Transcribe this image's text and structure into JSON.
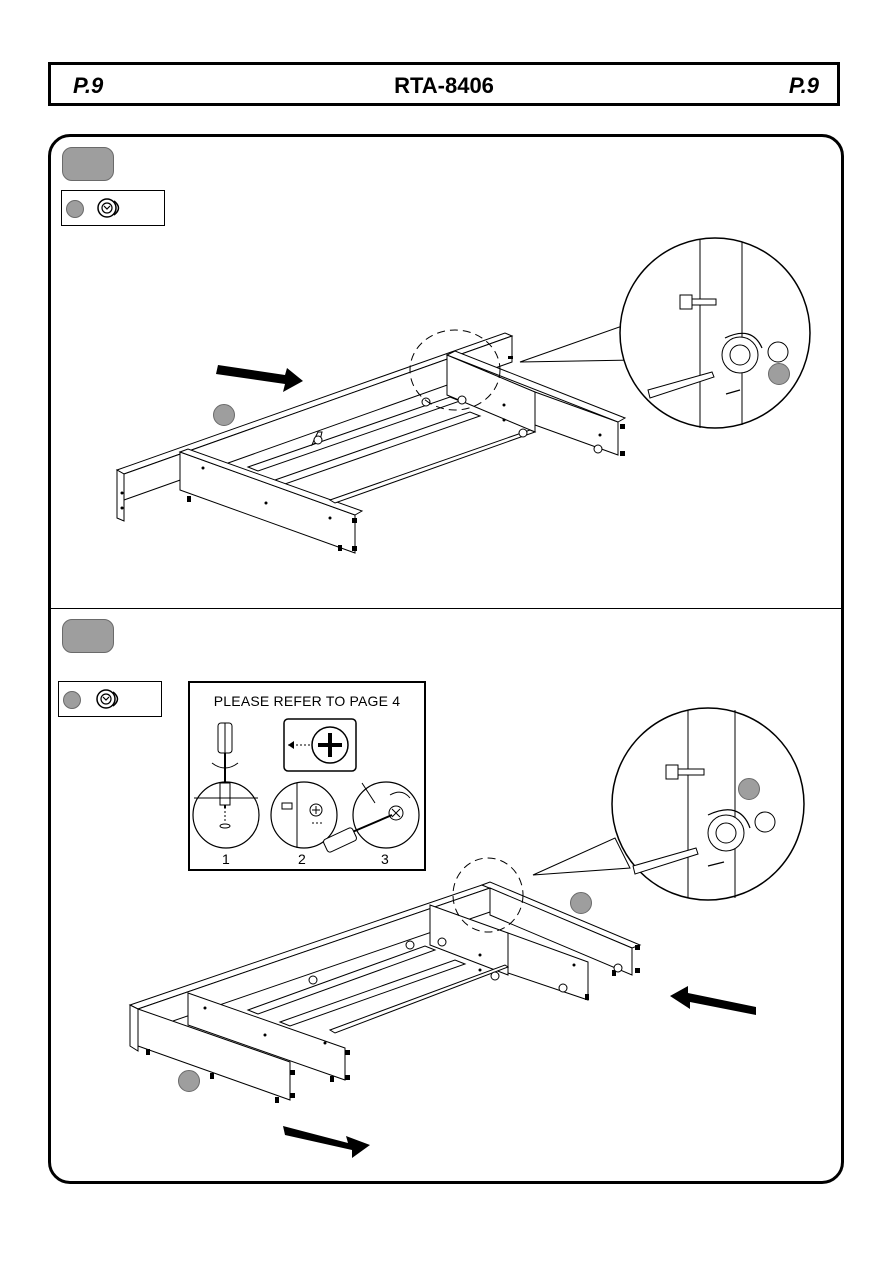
{
  "header": {
    "page_left": "P.9",
    "model": "RTA-8406",
    "page_right": "P.9"
  },
  "step_two": {
    "refer_title": "PLEASE REFER TO PAGE 4",
    "substeps": [
      "1",
      "2",
      "3"
    ]
  },
  "icons": [
    "cam-lock-icon",
    "screwdriver-icon",
    "arrow-icon",
    "magnifier-callout"
  ]
}
